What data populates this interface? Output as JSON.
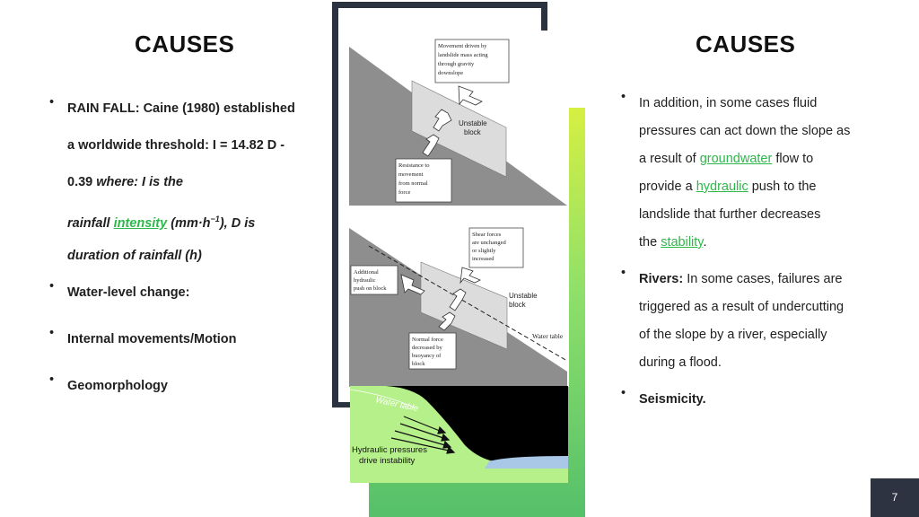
{
  "left": {
    "title": "CAUSES",
    "rain": {
      "l1": "RAIN FALL: Caine (1980) established",
      "l2": "a worldwide threshold: I = 14.82 D -",
      "l3a": "0.39 ",
      "l3b": "where: I is the",
      "l4a": "rainfall ",
      "l4link": "intensity",
      "l4b": " (mm·h",
      "l4sup": "−1",
      "l4c": "), D is",
      "l5": "duration of rainfall (h)"
    },
    "items": [
      "Water-level change:",
      "Internal movements/Motion",
      "Geomorphology"
    ]
  },
  "right": {
    "title": "CAUSES",
    "p1": {
      "l1": "In addition, in some cases fluid",
      "l2": "pressures can act down the slope as",
      "l3a": "a result of ",
      "l3link": "groundwater",
      "l3b": " flow to",
      "l4a": "provide a ",
      "l4link": "hydraulic",
      "l4b": " push to the",
      "l5": "landslide that further decreases",
      "l6a": "the ",
      "l6link": "stability",
      "l6b": "."
    },
    "p2": {
      "bold": "Rivers:",
      "l1": " In some cases, failures are",
      "l2": "triggered as a result of undercutting",
      "l3": "of the slope by a river, especially",
      "l4": "during a flood."
    },
    "p3": "Seismicity."
  },
  "diagram": {
    "top": {
      "movement": [
        "Movement driven by",
        "landslide mass acting",
        "through gravity",
        "downslope"
      ],
      "unstable": [
        "Unstable",
        "block"
      ],
      "resistance": [
        "Resistance to",
        "movement",
        "from normal",
        "force"
      ]
    },
    "bottom": {
      "shear": [
        "Shear forces",
        "are unchanged",
        "or slightly",
        "increased"
      ],
      "additional": [
        "Additional",
        "hydraulic",
        "push on block"
      ],
      "unstable": [
        "Unstable",
        "block"
      ],
      "water_table": "Water table",
      "normal": [
        "Normal force",
        "decreased by",
        "buoyancy of",
        "block"
      ]
    },
    "water": {
      "water_table": "Water table",
      "hydraulic": [
        "Hydraulic pressures",
        "drive instability"
      ]
    }
  },
  "bullet": "•",
  "page_number": "7",
  "colors": {
    "link": "#2db84a",
    "frame": "#2b3340",
    "page_box": "#2d3340"
  }
}
